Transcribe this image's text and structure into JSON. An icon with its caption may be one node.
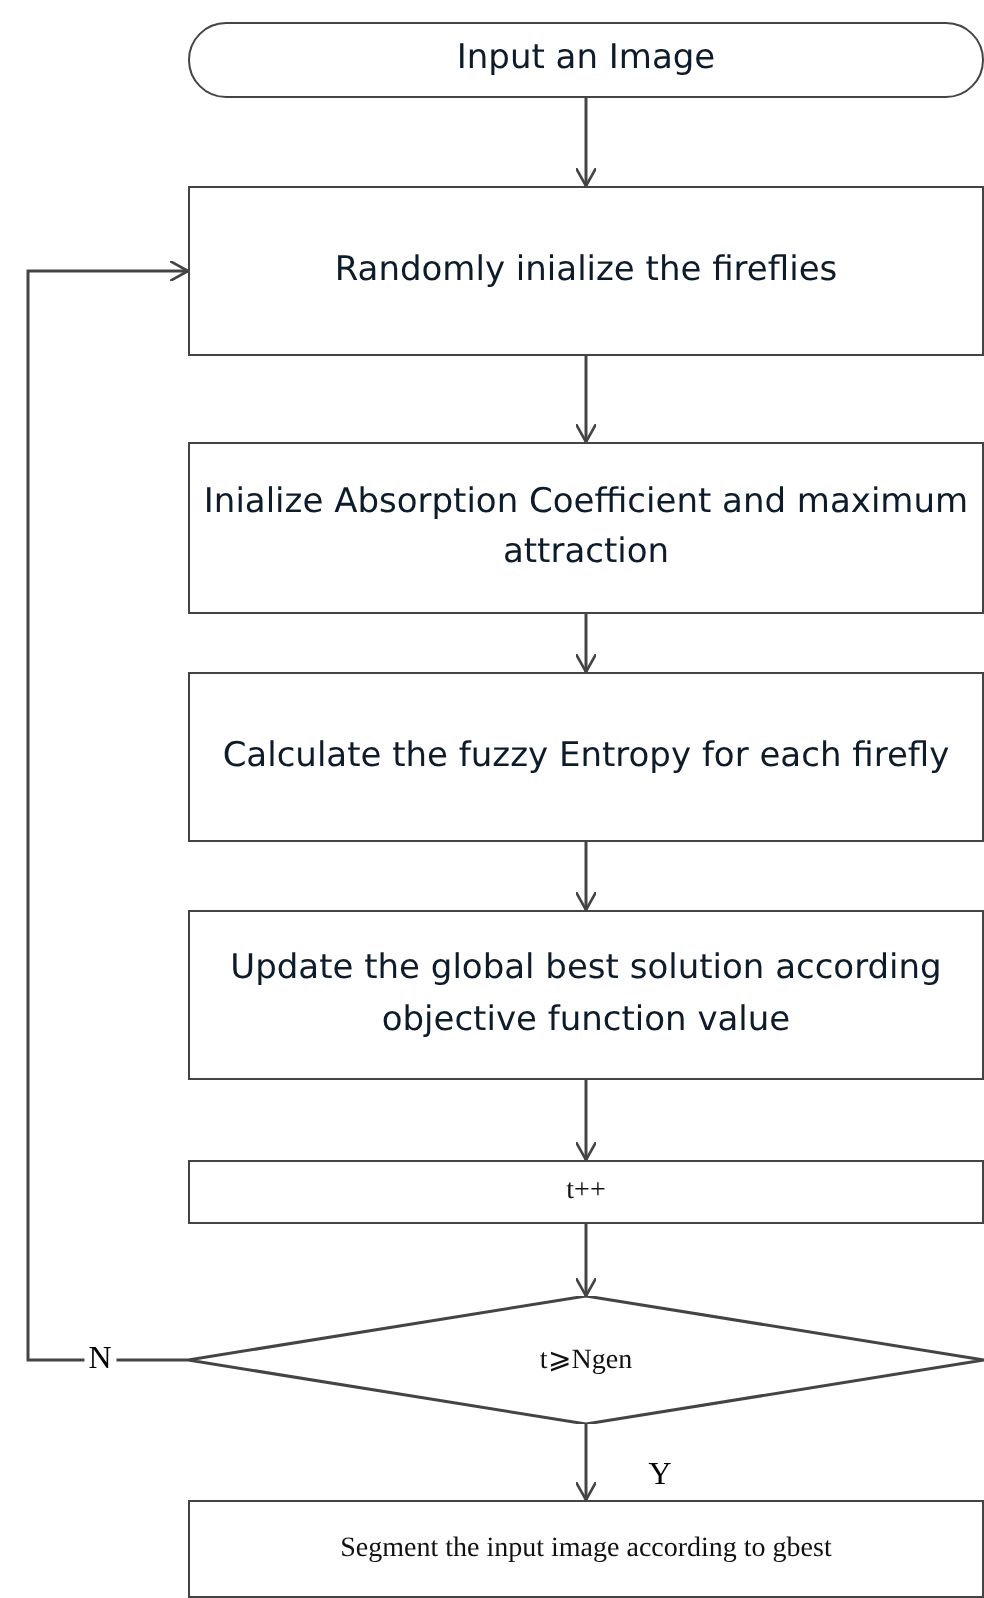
{
  "diagram": {
    "nodes": [
      {
        "text": [
          "Input an Image"
        ]
      },
      {
        "text": [
          "Randomly inialize the fireflies"
        ]
      },
      {
        "text": [
          "Inialize Absorption Coefficient and maximum attraction"
        ]
      },
      {
        "text": [
          "Calculate the fuzzy Entropy for each firefly"
        ]
      },
      {
        "text": [
          "Update the global best solution according objective function value"
        ]
      },
      {
        "text": [
          "t++"
        ]
      },
      {
        "text": [
          "t⩾Ngen"
        ]
      },
      {
        "text": [
          "Segment the input image according to gbest"
        ]
      }
    ],
    "edges": [
      {
        "from": 0,
        "to": 1,
        "arrow": "to"
      },
      {
        "from": 1,
        "to": 2,
        "arrow": "to"
      },
      {
        "from": 2,
        "to": 3,
        "arrow": "to"
      },
      {
        "from": 3,
        "to": 4,
        "arrow": "to"
      },
      {
        "from": 4,
        "to": 5,
        "arrow": "to"
      },
      {
        "from": 5,
        "to": 6,
        "arrow": "to"
      },
      {
        "from": 6,
        "to": 1,
        "arrow": "to",
        "label": "N"
      },
      {
        "from": 6,
        "to": 7,
        "arrow": "to",
        "label": "Y"
      }
    ]
  }
}
